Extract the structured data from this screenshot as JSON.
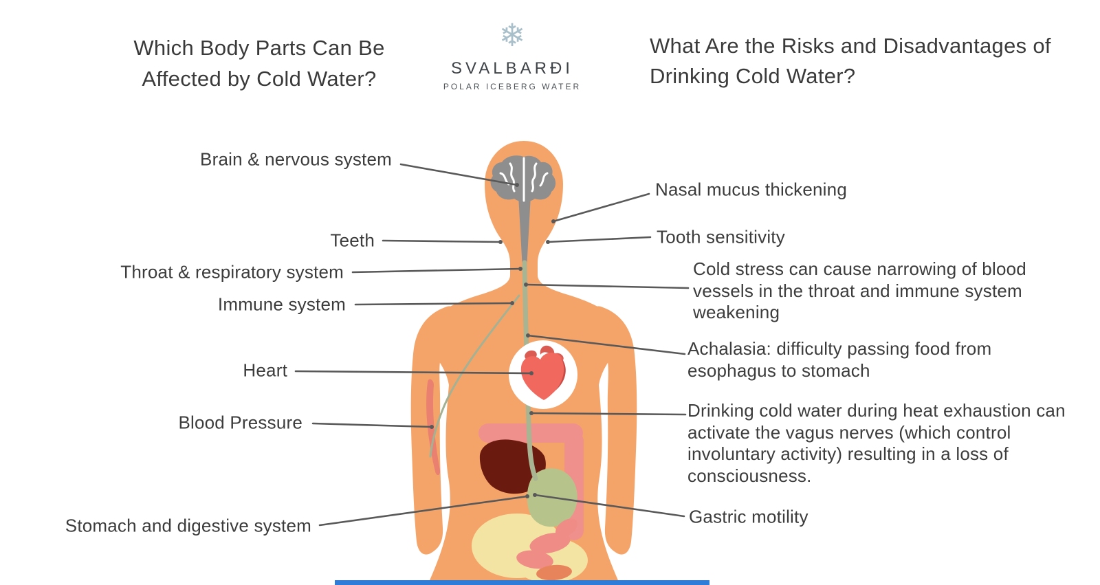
{
  "headings": {
    "left": "Which Body Parts Can Be Affected by Cold Water?",
    "right": "What Are the Risks and Disadvantages of Drinking Cold Water?"
  },
  "logo": {
    "icon": "snowflake-icon",
    "icon_glyph": "❄",
    "name": "SVALBARÐI",
    "subtitle": "POLAR ICEBERG WATER"
  },
  "left_labels": [
    {
      "text": "Brain & nervous system",
      "target": "brain"
    },
    {
      "text": "Teeth",
      "target": "jaw-left"
    },
    {
      "text": "Throat & respiratory system",
      "target": "throat"
    },
    {
      "text": "Immune system",
      "target": "chest"
    },
    {
      "text": "Heart",
      "target": "heart"
    },
    {
      "text": "Blood Pressure",
      "target": "arm-blood-vessel"
    },
    {
      "text": "Stomach and digestive system",
      "target": "stomach"
    }
  ],
  "right_labels": [
    {
      "text": "Nasal mucus thickening",
      "target": "nose"
    },
    {
      "text": "Tooth sensitivity",
      "target": "jaw-right"
    },
    {
      "text": "Cold stress can cause narrowing of blood vessels in the throat and immune system weakening",
      "target": "throat"
    },
    {
      "text": "Achalasia: difficulty passing food from esophagus to stomach",
      "target": "esophagus"
    },
    {
      "text": "Drinking cold water during heat exhaustion can activate the vagus nerves (which control involuntary activity) resulting in a loss of consciousness.",
      "target": "vagus-nerve"
    },
    {
      "text": "Gastric motility",
      "target": "stomach-organ"
    }
  ],
  "colors": {
    "body": "#F5A469",
    "brain": "#8E8E8E",
    "heart": "#F0685E",
    "heart_dark": "#C94A44",
    "liver": "#6B1A10",
    "stomach": "#B6C48B",
    "esophagus": "#A8B492",
    "small_intestine": "#F4E4A4",
    "large_intestine": "#F0908C",
    "connector": "#595959",
    "text": "#3C3C3C",
    "bottom_bar": "#2F7CD8",
    "logo_snowflake": "#A9C0CA"
  }
}
